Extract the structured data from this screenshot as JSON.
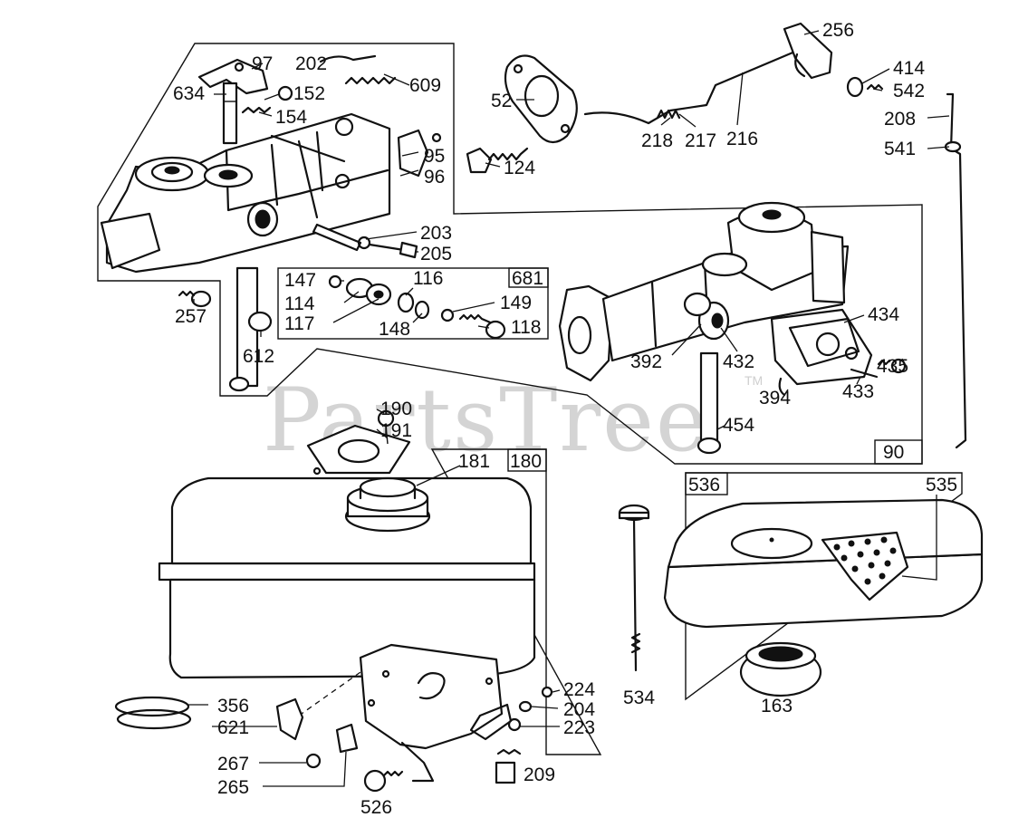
{
  "watermark": {
    "text": "PartsTree",
    "trademark": "TM"
  },
  "group_labels": {
    "g681": "681",
    "g90": "90",
    "g180": "180",
    "g536": "536"
  },
  "callouts": {
    "c97": "97",
    "c202": "202",
    "c609": "609",
    "c634": "634",
    "c152": "152",
    "c154": "154",
    "c95": "95",
    "c96": "96",
    "c52": "52",
    "c124": "124",
    "c256": "256",
    "c414": "414",
    "c542": "542",
    "c208": "208",
    "c541": "541",
    "c218": "218",
    "c217": "217",
    "c216": "216",
    "c203": "203",
    "c205": "205",
    "c257": "257",
    "c612": "612",
    "c147": "147",
    "c116": "116",
    "c114": "114",
    "c149": "149",
    "c117": "117",
    "c148": "148",
    "c118": "118",
    "c434": "434",
    "c392": "392",
    "c432": "432",
    "c435": "435",
    "c394": "394",
    "c433": "433",
    "c454": "454",
    "c190": "190",
    "c191": "191",
    "c181": "181",
    "c535": "535",
    "c534": "534",
    "c163": "163",
    "c356": "356",
    "c621": "621",
    "c267": "267",
    "c265": "265",
    "c526": "526",
    "c224": "224",
    "c204": "204",
    "c223": "223",
    "c209": "209"
  }
}
